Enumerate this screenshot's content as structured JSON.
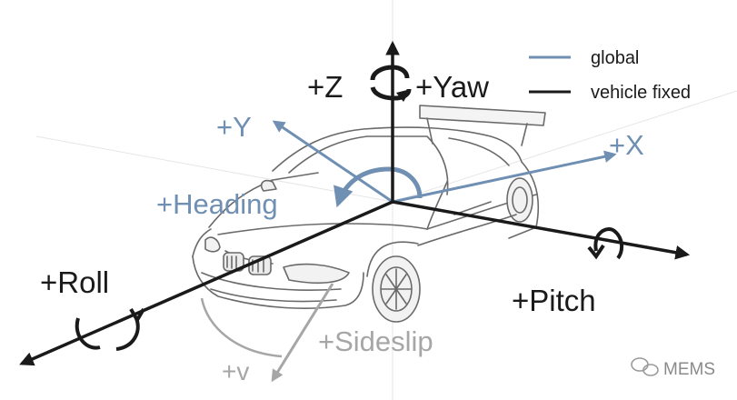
{
  "legend": {
    "items": [
      {
        "label": "global",
        "color": "#6f8fb3"
      },
      {
        "label": "vehicle fixed",
        "color": "#1a1a1a"
      }
    ]
  },
  "labels": {
    "z": "+Z",
    "yaw": "+Yaw",
    "y": "+Y",
    "x": "+X",
    "heading": "+Heading",
    "roll": "+Roll",
    "pitch": "+Pitch",
    "sideslip": "+Sideslip",
    "v": "+v"
  },
  "watermark": "MEMS",
  "colors": {
    "global": "#6f8fb3",
    "vehicle": "#1a1a1a",
    "sideslip": "#a6a6a6",
    "car_outline": "#6a6a6a"
  }
}
